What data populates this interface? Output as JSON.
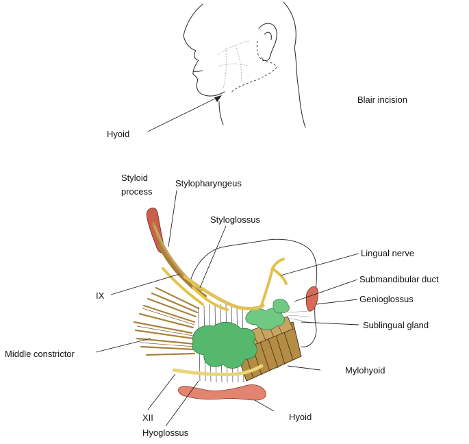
{
  "labels": {
    "hyoid_top": "Hyoid",
    "blair_incision": "Blair incision",
    "styloid_process": "Styloid\nprocess",
    "stylopharyngeus": "Stylopharyngeus",
    "styloglossus": "Styloglossus",
    "ix": "IX",
    "lingual_nerve": "Lingual nerve",
    "submandibular_duct": "Submandibular duct",
    "genioglossus": "Genioglossus",
    "sublingual_gland": "Sublingual gland",
    "middle_constrictor": "Middle constrictor",
    "mylohyoid": "Mylohyoid",
    "xii": "XII",
    "hyoid_bottom": "Hyoid",
    "hyoglossus": "Hyoglossus"
  },
  "colors": {
    "outline": "#222222",
    "nerve": "#e3c64a",
    "gland": "#4fb56a",
    "muscle": "#b08a3e",
    "bone": "#e07f6c",
    "styloid": "#c9604f"
  }
}
